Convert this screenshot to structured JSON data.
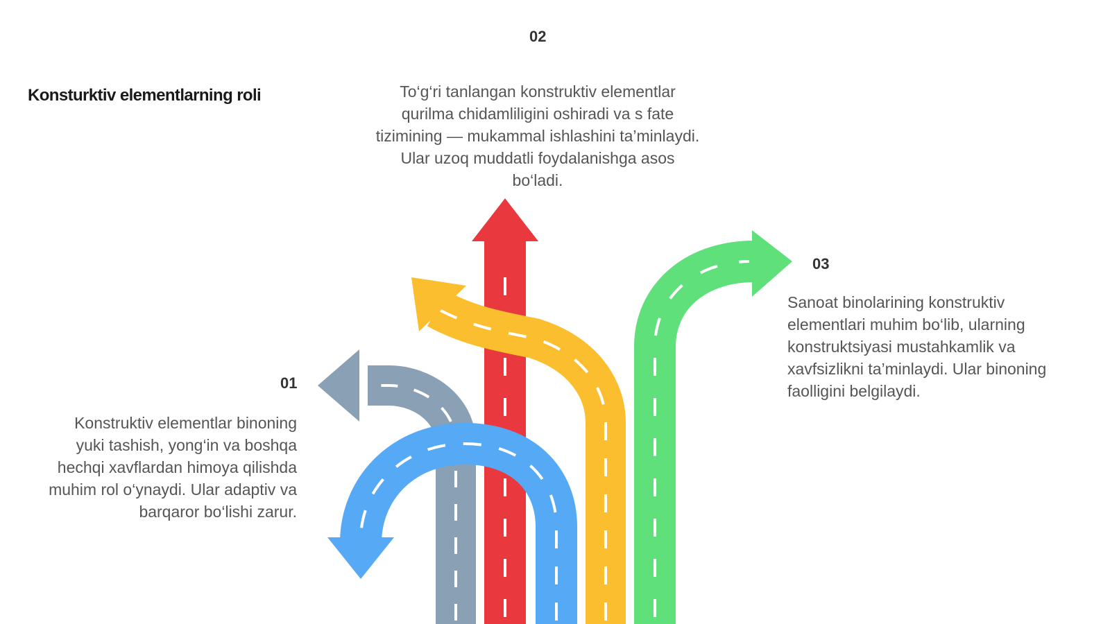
{
  "title": "Konsturktiv elementlarning roli",
  "steps": [
    {
      "number": "01",
      "text": "Konstruktiv elementlar binoning yuki tashish, yong‘in va boshqa hechqi xavflardan himoya qilishda muhim rol o‘ynaydi. Ular adaptiv va barqaror bo‘lishi zarur."
    },
    {
      "number": "02",
      "text": "To‘g‘ri tanlangan konstruktiv elementlar qurilma chidamliligini oshiradi va s fate tizimining — mukammal ishlashini ta’minlaydi. Ular uzoq muddatli foydalanishga asos bo‘ladi."
    },
    {
      "number": "03",
      "text": "Sanoat binolarining konstruktiv elementlari muhim bo‘lib, ularning konstruktsiyasi mustahkamlik va xavfsizlikni ta’minlaydi. Ular binoning faolligini belgilaydi."
    }
  ],
  "arrows": [
    {
      "name": "gray-arrow",
      "color": "#8aa0b4"
    },
    {
      "name": "red-arrow",
      "color": "#e9383e"
    },
    {
      "name": "yellow-arrow",
      "color": "#fbbe2e"
    },
    {
      "name": "green-arrow",
      "color": "#5fe07a"
    },
    {
      "name": "blue-arrow",
      "color": "#56a9f5"
    }
  ]
}
